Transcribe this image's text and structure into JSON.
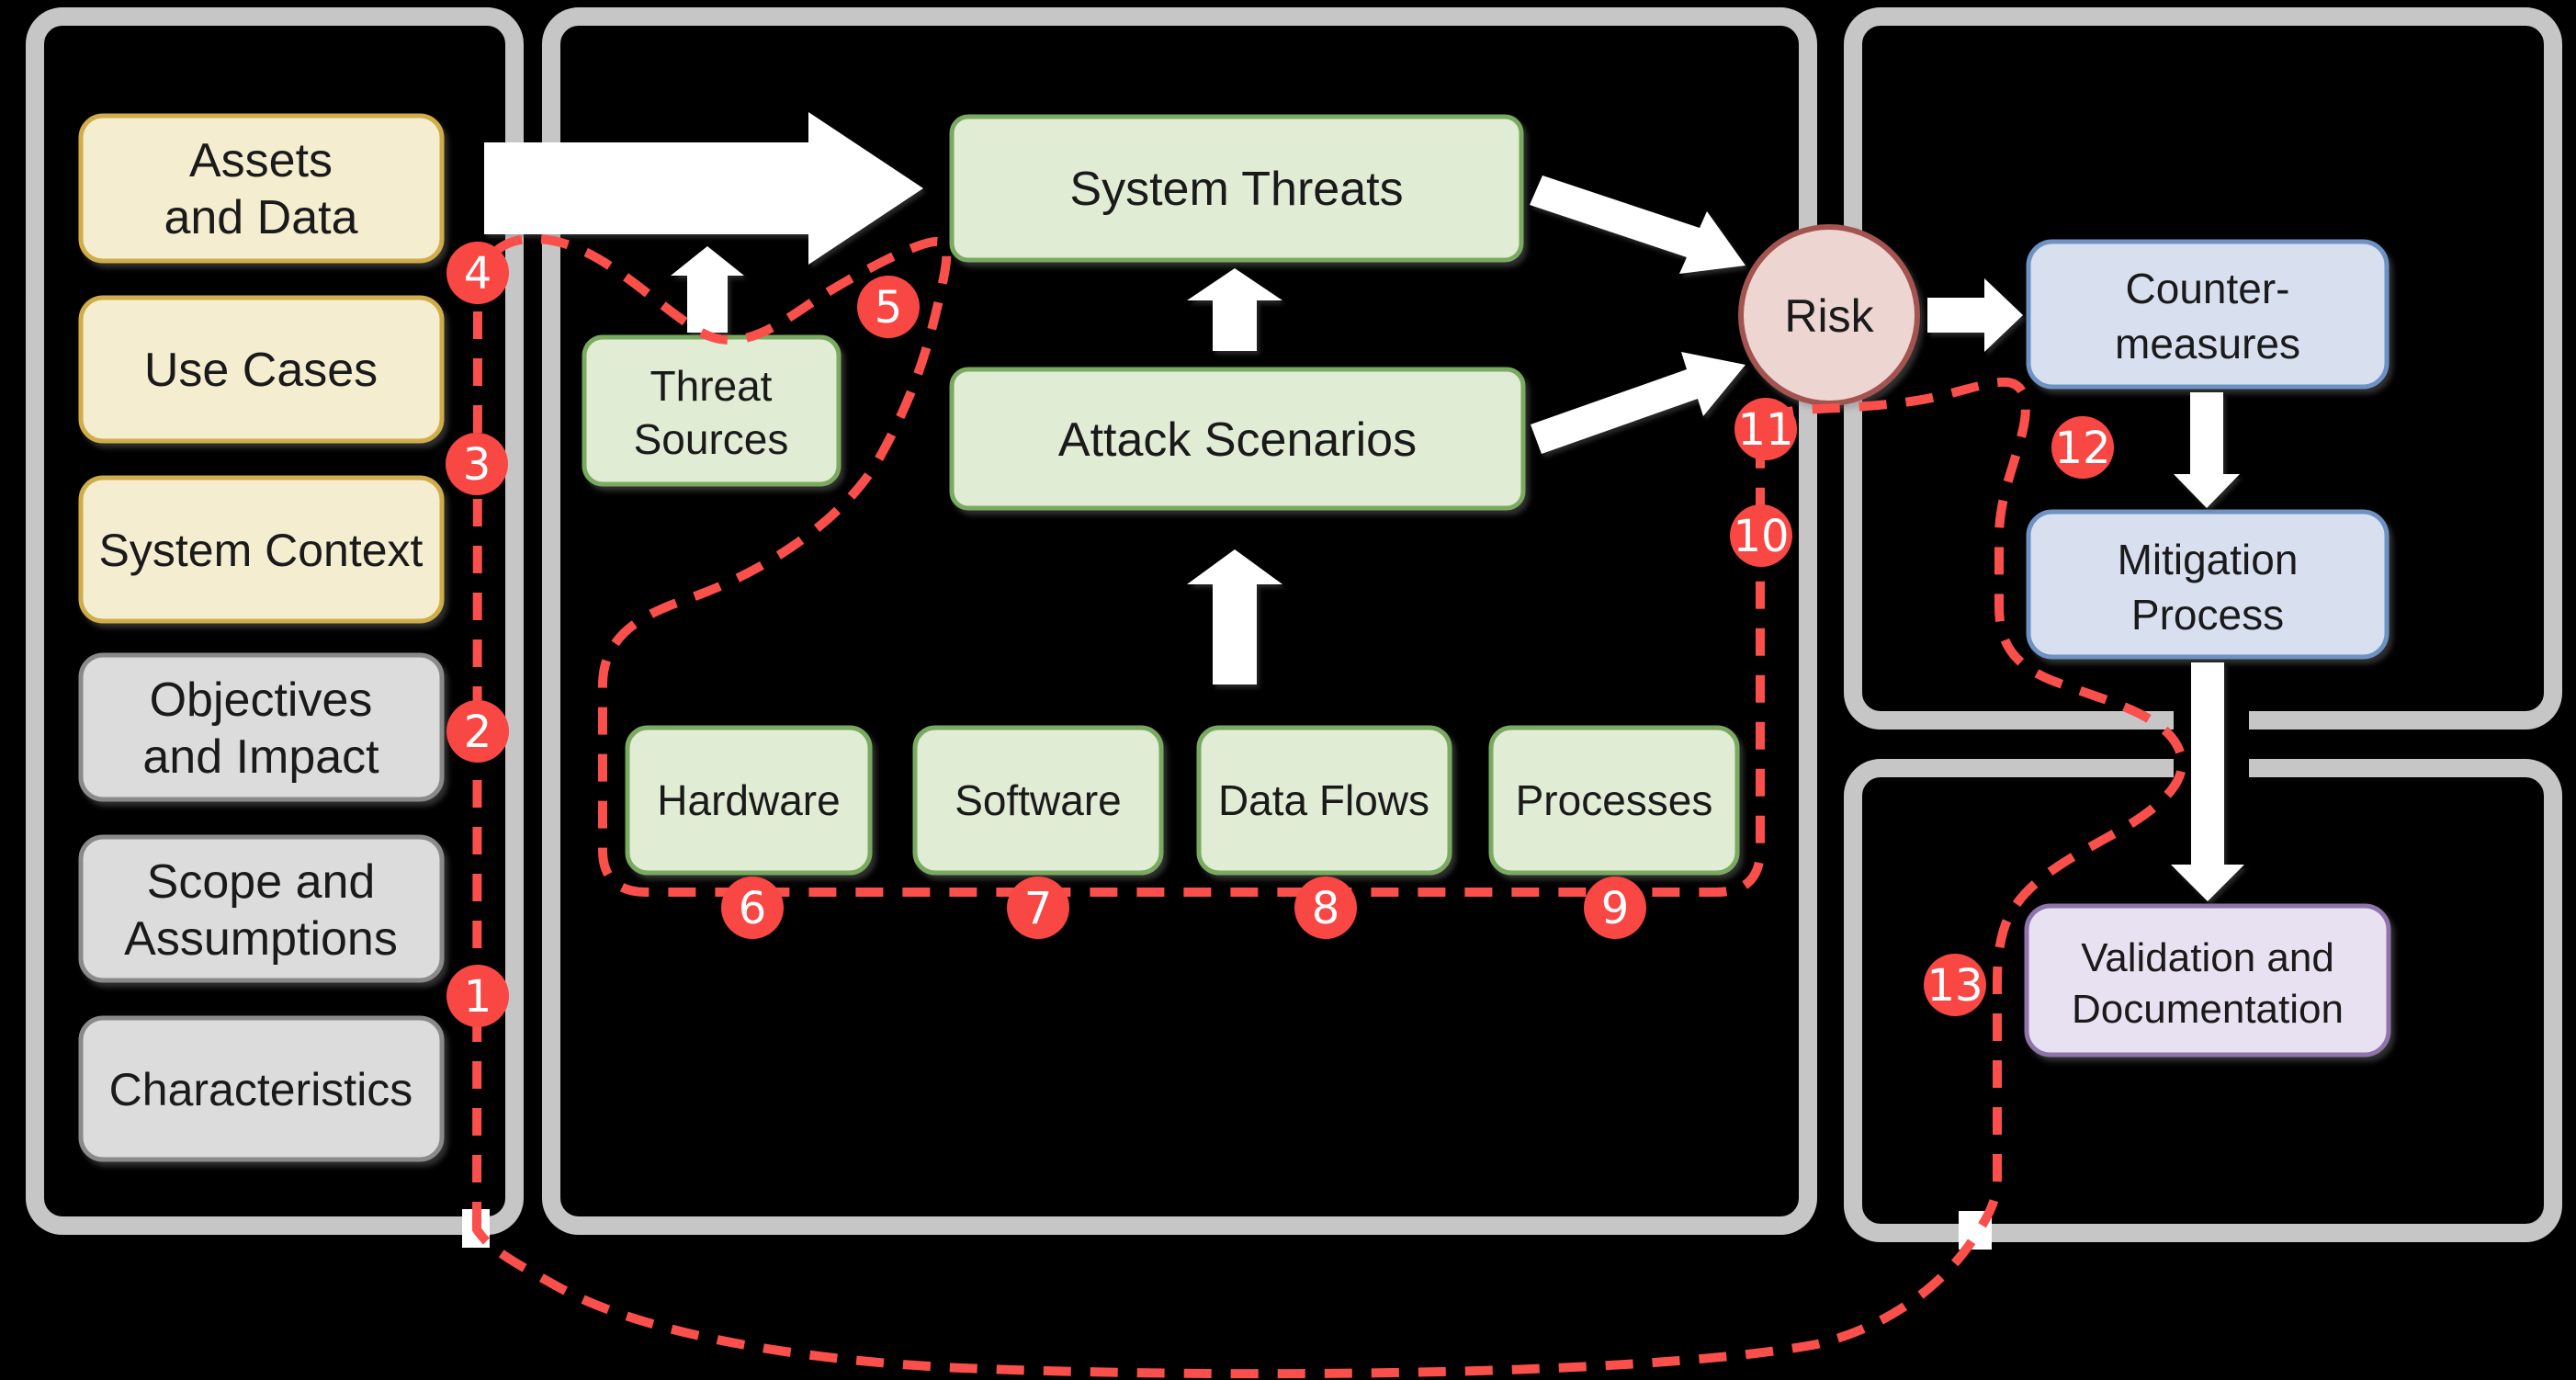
{
  "colors": {
    "background": "#000000",
    "panel_border": "#c6c6c6",
    "path_red": "#fa4f4a",
    "badge_red": "#f94744",
    "arrow_white": "#ffffff",
    "crossing_white": "#ffffff",
    "text_dark": "#1a1a1a",
    "yellow_fill": "#f5edd0",
    "yellow_border": "#d0ad48",
    "gray_fill": "#dcdcdc",
    "gray_border": "#8a8a8a",
    "green_fill": "#e0ecd4",
    "green_border": "#7aaa5f",
    "blue_fill": "#d8e0f0",
    "blue_border": "#6d92c3",
    "pink_fill": "#edd5d2",
    "pink_border": "#a35450",
    "purple_fill": "#e7e1f1",
    "purple_border": "#8f74ab"
  },
  "steps": [
    "1",
    "2",
    "3",
    "4",
    "5",
    "6",
    "7",
    "8",
    "9",
    "10",
    "11",
    "12",
    "13"
  ],
  "boxes": {
    "assets": {
      "line1": "Assets",
      "line2": "and Data"
    },
    "use_cases": {
      "line1": "Use Cases"
    },
    "system_context": {
      "line1": "System Context"
    },
    "objectives": {
      "line1": "Objectives",
      "line2": "and Impact"
    },
    "scope": {
      "line1": "Scope and",
      "line2": "Assumptions"
    },
    "characteristics": {
      "line1": "Characteristics"
    },
    "threat_sources": {
      "line1": "Threat",
      "line2": "Sources"
    },
    "system_threats": {
      "line1": "System Threats"
    },
    "attack_scenarios": {
      "line1": "Attack Scenarios"
    },
    "hardware": {
      "line1": "Hardware"
    },
    "software": {
      "line1": "Software"
    },
    "data_flows": {
      "line1": "Data Flows"
    },
    "processes": {
      "line1": "Processes"
    },
    "risk": {
      "line1": "Risk"
    },
    "countermeasures": {
      "line1": "Counter-",
      "line2": "measures"
    },
    "mitigation": {
      "line1": "Mitigation",
      "line2": "Process"
    },
    "validation": {
      "line1": "Validation and",
      "line2": "Documentation"
    }
  }
}
